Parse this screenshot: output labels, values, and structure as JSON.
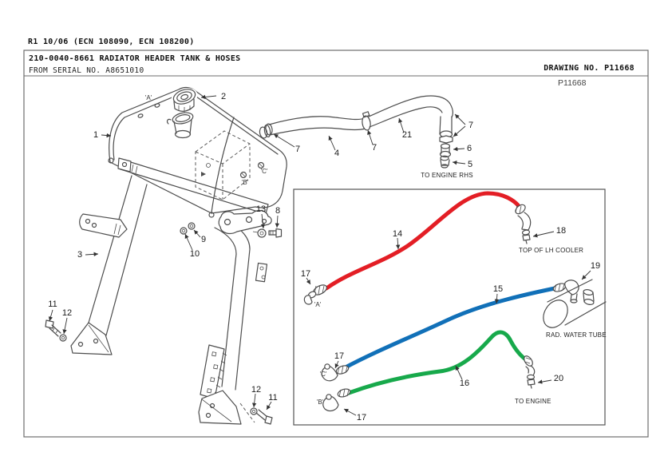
{
  "page": {
    "revision": "R1 10/06 (ECN 108090, ECN 108200)",
    "title": "210-0040-8661 RADIATOR HEADER TANK & HOSES",
    "serial": "FROM SERIAL NO. A8651010",
    "drawing_no": "DRAWING NO. P11668",
    "drawing_no_small": "P11668"
  },
  "colors": {
    "hose_red": "#e31e25",
    "hose_blue": "#1170b8",
    "hose_green": "#17a94b",
    "line": "#4d4d4d"
  },
  "callouts": {
    "c1": "1",
    "c2": "2",
    "c3": "3",
    "c4": "4",
    "c5": "5",
    "c6": "6",
    "c7": "7",
    "c8": "8",
    "c9": "9",
    "c10": "10",
    "c11": "11",
    "c12": "12",
    "c13": "13",
    "c14": "14",
    "c15": "15",
    "c16": "16",
    "c17": "17",
    "c18": "18",
    "c19": "19",
    "c20": "20",
    "c21": "21"
  },
  "refs": {
    "a": "'A'",
    "b": "'B'",
    "c": "'C'"
  },
  "notes": {
    "to_engine_rhs": "TO ENGINE RHS",
    "top_of_lh_cooler": "TOP OF LH COOLER",
    "rad_water_tube": "RAD. WATER TUBE",
    "to_engine": "TO ENGINE"
  }
}
